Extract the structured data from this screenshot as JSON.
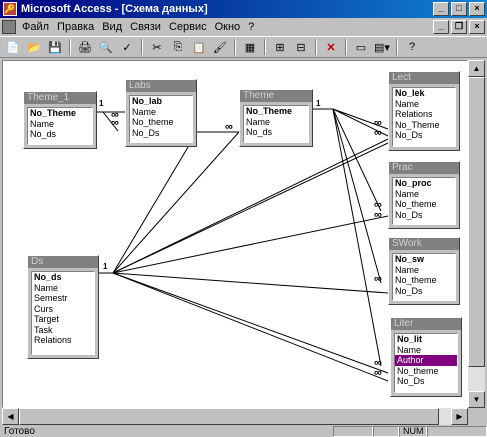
{
  "window": {
    "title": "Microsoft Access - [Схема данных]"
  },
  "menu": [
    "Файл",
    "Правка",
    "Вид",
    "Связи",
    "Сервис",
    "Окно",
    "?"
  ],
  "status": {
    "text": "Готово",
    "indicator": "NUM"
  },
  "tables": [
    {
      "id": "theme1",
      "title": "Theme_1",
      "fields": [
        "No_Theme",
        "Name",
        "No_ds"
      ],
      "pk": [
        0
      ]
    },
    {
      "id": "labs",
      "title": "Labs",
      "fields": [
        "No_lab",
        "Name",
        "No_theme",
        "No_Ds"
      ],
      "pk": [
        0
      ]
    },
    {
      "id": "theme",
      "title": "Theme",
      "fields": [
        "No_Theme",
        "Name",
        "No_ds"
      ],
      "pk": [
        0
      ]
    },
    {
      "id": "lect",
      "title": "Lect",
      "fields": [
        "No_lek",
        "Name",
        "Relations",
        "No_Theme",
        "No_Ds"
      ],
      "pk": [
        0
      ]
    },
    {
      "id": "prac",
      "title": "Prac",
      "fields": [
        "No_proc",
        "Name",
        "No_theme",
        "No_Ds"
      ],
      "pk": [
        0
      ]
    },
    {
      "id": "swork",
      "title": "SWork",
      "fields": [
        "No_sw",
        "Name",
        "No_theme",
        "No_Ds"
      ],
      "pk": [
        0
      ]
    },
    {
      "id": "ds",
      "title": "Ds",
      "fields": [
        "No_ds",
        "Name",
        "Semestr",
        "Curs",
        "Target",
        "Task",
        "Relations"
      ],
      "pk": [
        0
      ]
    },
    {
      "id": "liter",
      "title": "Liter",
      "fields": [
        "No_lit",
        "Name",
        "Author",
        "No_theme",
        "No_Ds"
      ],
      "pk": [
        0
      ],
      "selected": [
        2
      ]
    }
  ],
  "relation_labels": {
    "one": "1",
    "many": "∞"
  }
}
